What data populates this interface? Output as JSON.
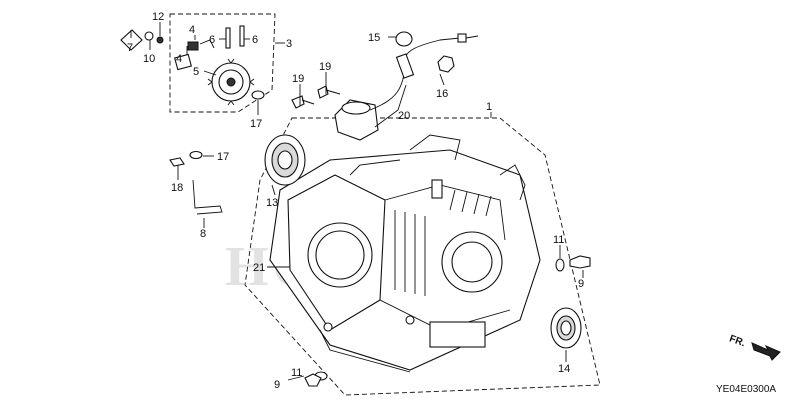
{
  "watermark": "HONDA",
  "diagram_code": "YE04E0300A",
  "direction_label": "FR.",
  "callouts": [
    "1",
    "3",
    "4",
    "4",
    "5",
    "6",
    "6",
    "7",
    "8",
    "9",
    "9",
    "10",
    "11",
    "11",
    "12",
    "13",
    "14",
    "15",
    "16",
    "17",
    "17",
    "18",
    "19",
    "19",
    "20",
    "21"
  ]
}
